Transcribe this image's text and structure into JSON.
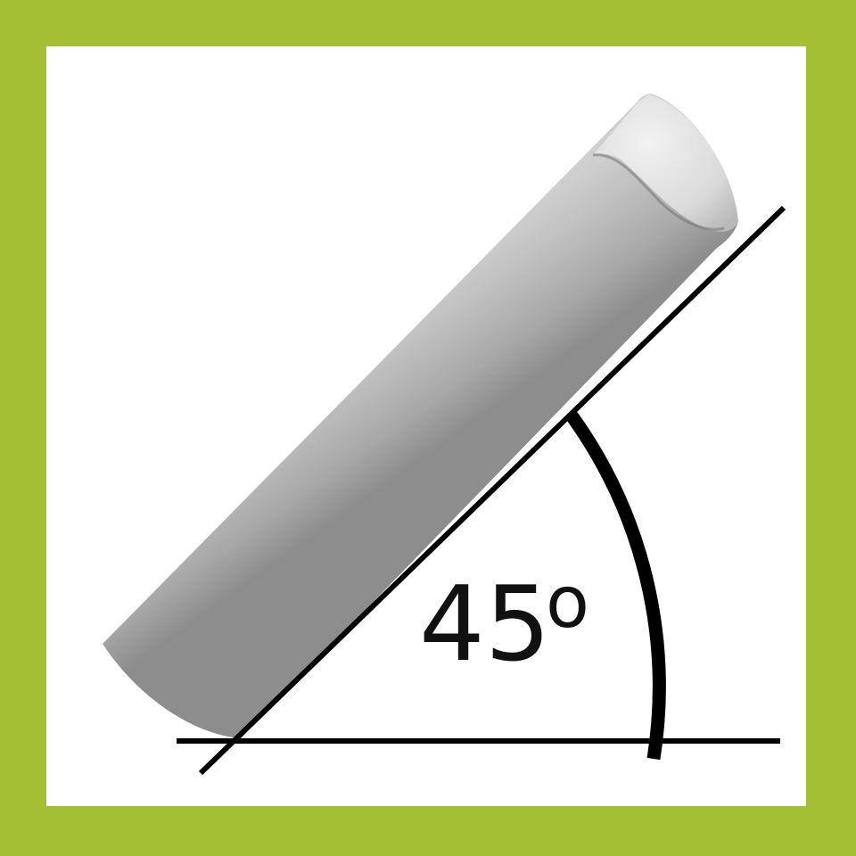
{
  "diagram": {
    "angle_value": "45",
    "degree_symbol": "o",
    "angle_degrees": 45
  },
  "colors": {
    "frame": "#a3bf33",
    "background": "#ffffff",
    "lines": "#000000",
    "chalk_light": "#e3e3e3",
    "chalk_dark": "#8a8a8a"
  },
  "icons": {
    "object": "chalk-stick-icon"
  }
}
